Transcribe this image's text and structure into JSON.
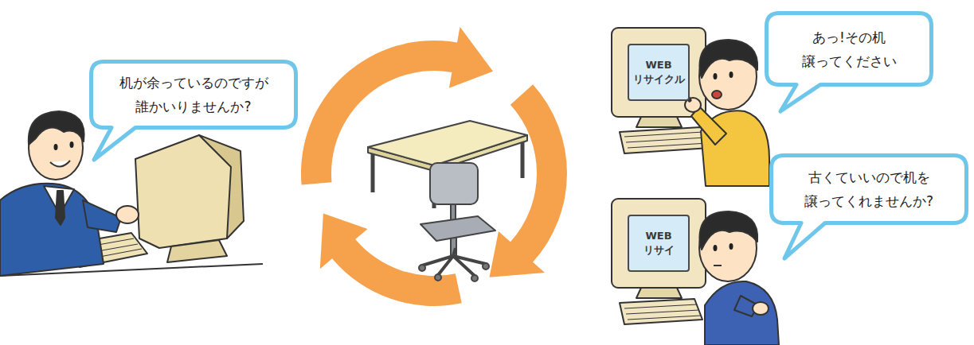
{
  "diagram": {
    "nodes": [
      {
        "text": [
          "机が余っているのですが 誰かいりませんか?"
        ]
      },
      {
        "text": [
          "あっ!その机 譲ってください"
        ]
      },
      {
        "text": [
          "WEB リサイクル"
        ]
      },
      {
        "text": [
          "古くていいので机を 譲ってくれませんか?"
        ]
      },
      {
        "text": [
          "WEB リサイ"
        ]
      }
    ]
  }
}
